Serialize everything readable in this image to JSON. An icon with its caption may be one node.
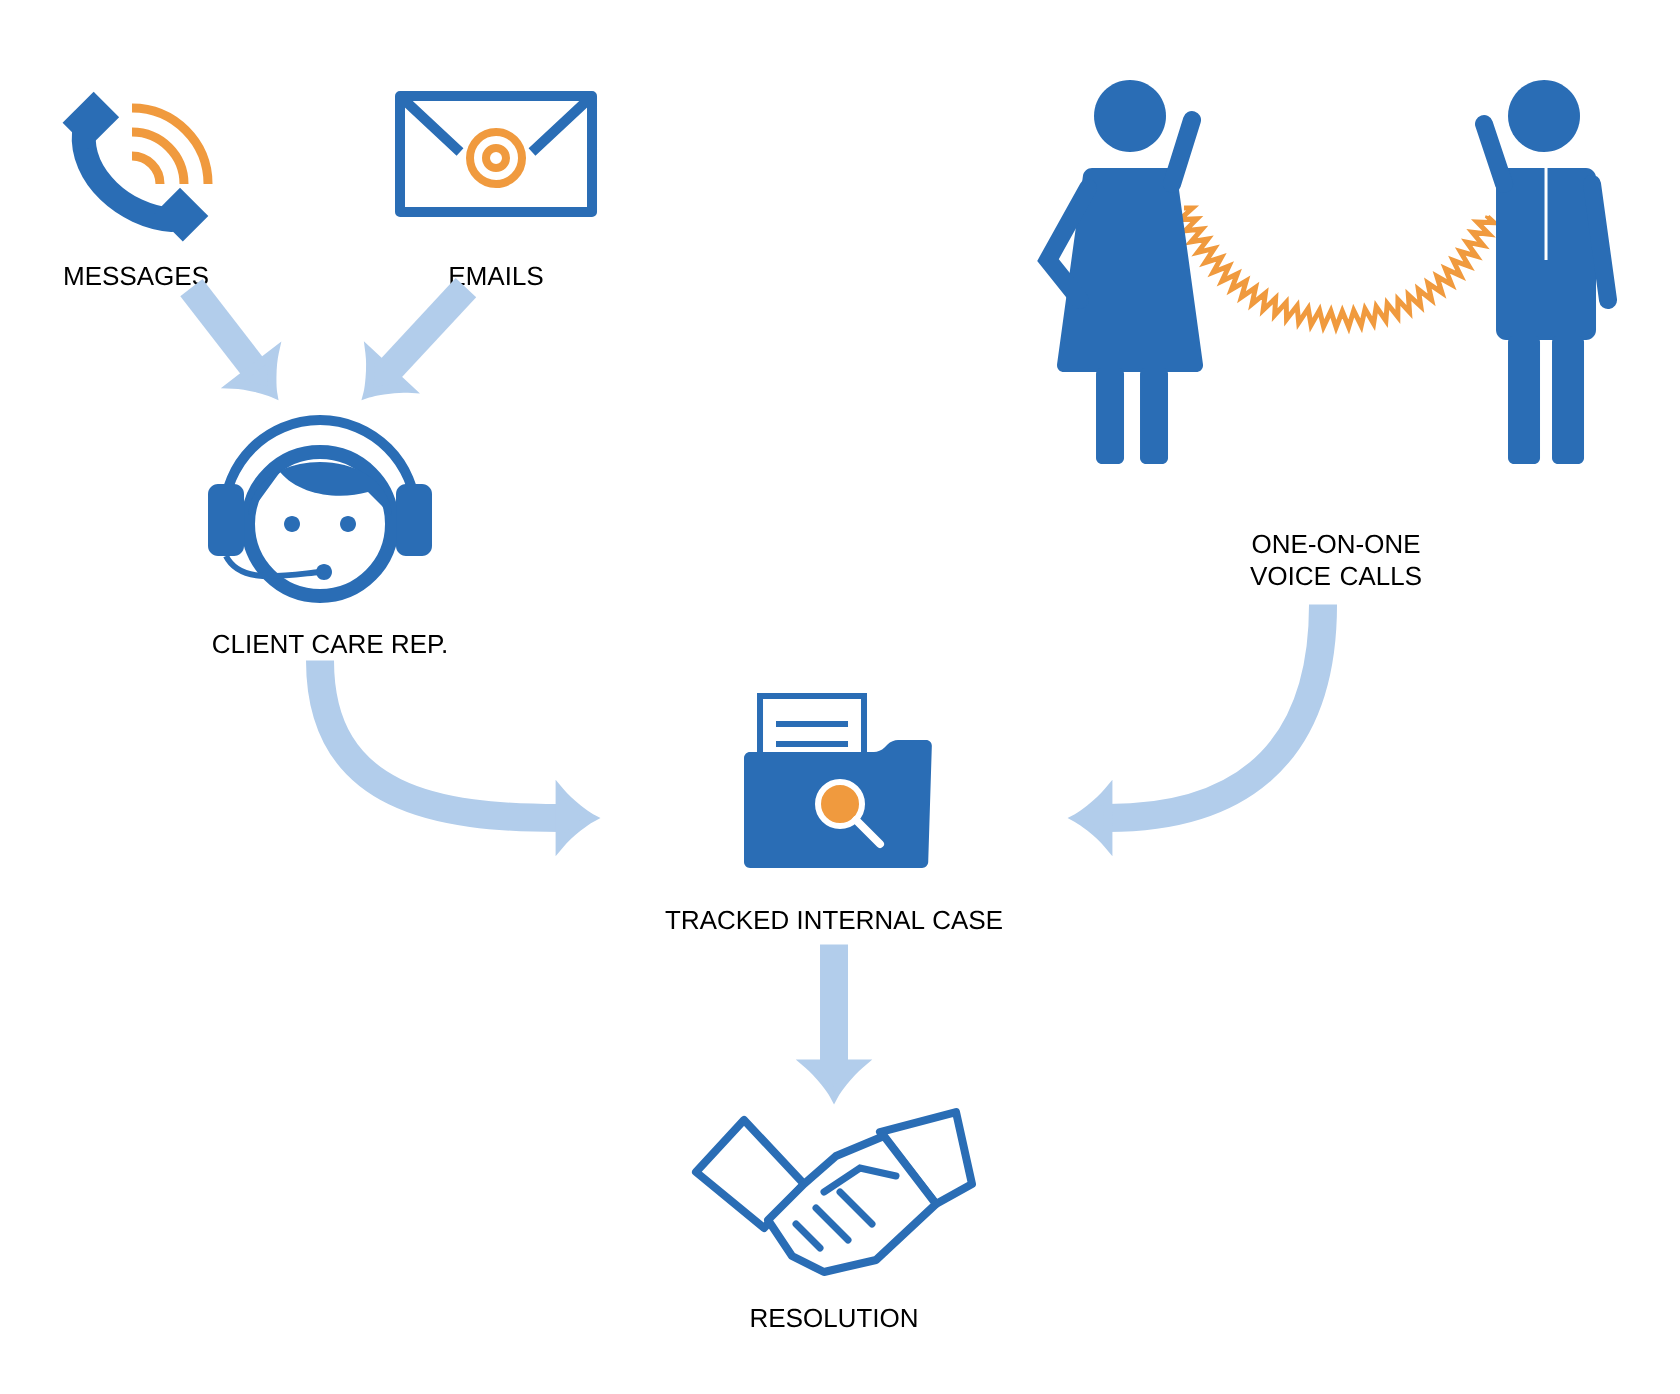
{
  "diagram": {
    "nodes": [
      {
        "text": [
          "MESSAGES"
        ]
      },
      {
        "text": [
          "EMAILS"
        ]
      },
      {
        "text": [
          "CLIENT CARE REP."
        ]
      },
      {
        "text": [
          "ONE-ON-ONE VOICE CALLS"
        ]
      },
      {
        "text": [
          "TRACKED INTERNAL CASE"
        ]
      },
      {
        "text": [
          "RESOLUTION"
        ]
      }
    ],
    "edges": [
      {
        "from": 0,
        "to": 2,
        "arrow": "to"
      },
      {
        "from": 1,
        "to": 2,
        "arrow": "to"
      },
      {
        "from": 2,
        "to": 4,
        "arrow": "to"
      },
      {
        "from": 3,
        "to": 4,
        "arrow": "to"
      },
      {
        "from": 4,
        "to": 5,
        "arrow": "to"
      }
    ]
  }
}
